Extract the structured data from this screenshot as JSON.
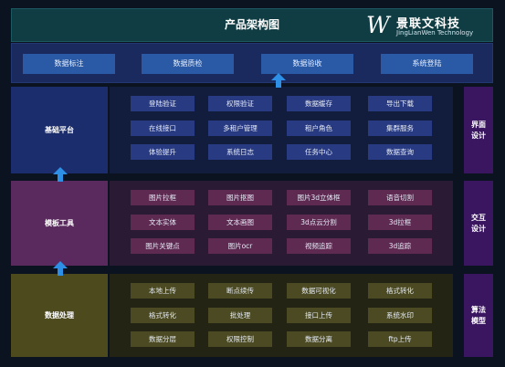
{
  "header": {
    "title": "产品架构图",
    "logo_mark": "W",
    "logo_cn": "景联文科技",
    "logo_en": "JingLianWen Technology"
  },
  "top_bar": {
    "items": [
      "数据标注",
      "数据质检",
      "数据验收",
      "系统登陆"
    ]
  },
  "layers": [
    {
      "label": "基础平台",
      "color": "#1b2d6c",
      "panel_color": "#121d3e",
      "cell_color": "#283a82",
      "cells": [
        "登陆验证",
        "权限验证",
        "数据缓存",
        "导出下载",
        "在线接口",
        "多租户管理",
        "租户角色",
        "集群服务",
        "体验提升",
        "系统日志",
        "任务中心",
        "数据查询"
      ]
    },
    {
      "label": "模板工具",
      "color": "#5a2a5e",
      "panel_color": "#2a1a33",
      "cell_color": "#5e2a52",
      "cells": [
        "图片拉框",
        "图片抠图",
        "图片3d立体框",
        "语音切割",
        "文本实体",
        "文本画图",
        "3d点云分割",
        "3d拉框",
        "图片关键点",
        "图片ocr",
        "视频追踪",
        "3d追踪"
      ]
    },
    {
      "label": "数据处理",
      "color": "#4d4a1e",
      "panel_color": "#242414",
      "cell_color": "#4b4a22",
      "cells": [
        "本地上传",
        "断点续传",
        "数据可视化",
        "格式转化",
        "格式转化",
        "批处理",
        "接口上传",
        "系统水印",
        "数据分层",
        "权限控制",
        "数据分离",
        "ftp上传"
      ]
    }
  ],
  "side_labels": [
    {
      "line1": "界面",
      "line2": "设计"
    },
    {
      "line1": "交互",
      "line2": "设计"
    },
    {
      "line1": "算法",
      "line2": "模型"
    }
  ],
  "colors": {
    "arrow": "#2d8fe6",
    "side": "#3a1660"
  }
}
